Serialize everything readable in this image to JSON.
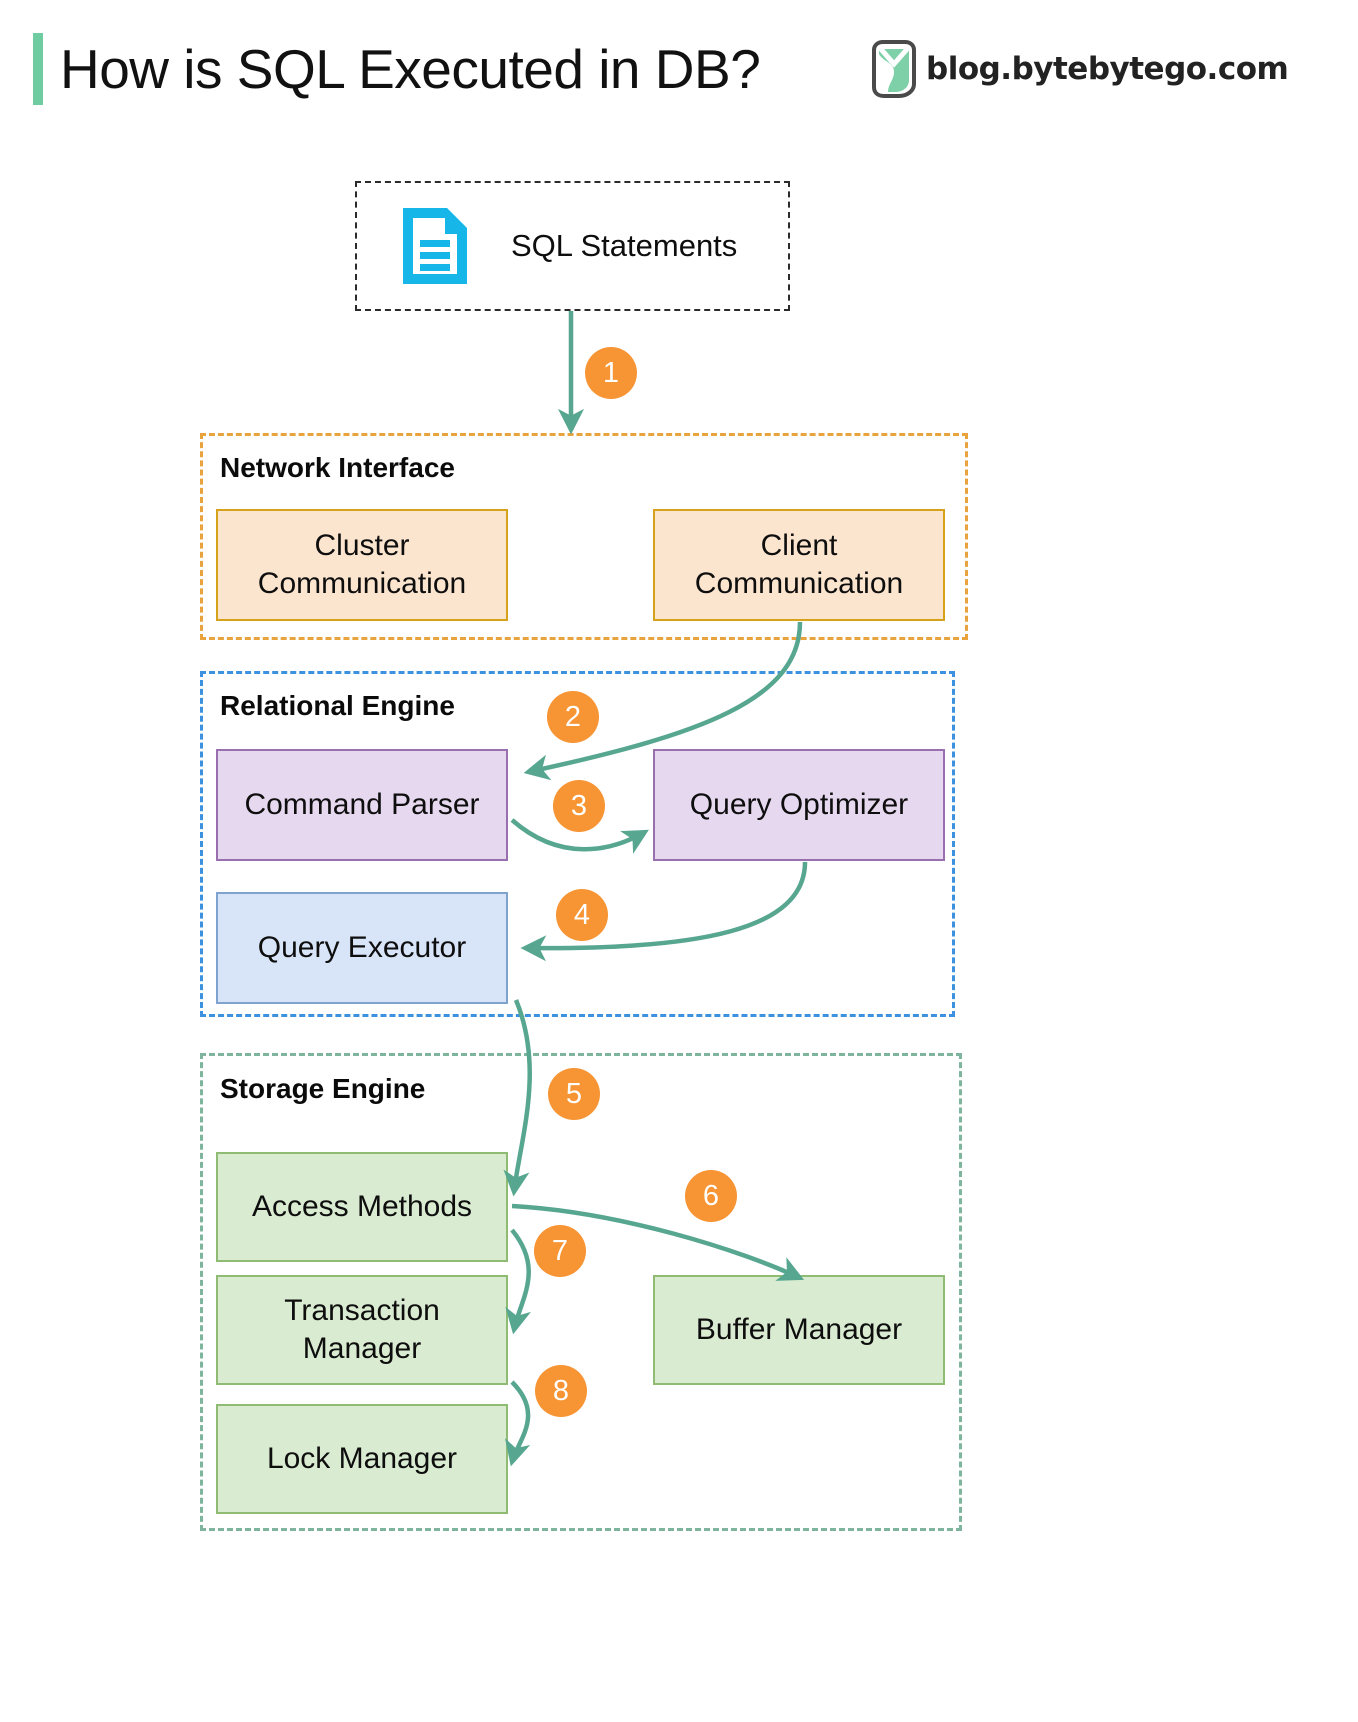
{
  "header": {
    "title": "How is SQL Executed in DB?",
    "brand": "blog.bytebytego.com",
    "accent_color": "#6ECCA0"
  },
  "source": {
    "label": "SQL Statements",
    "icon": "document-icon",
    "icon_color": "#17B6E8"
  },
  "groups": [
    {
      "id": "network-interface",
      "label": "Network Interface",
      "border_color": "#E8A33D",
      "nodes": [
        {
          "id": "cluster-communication",
          "label": "Cluster\nCommunication",
          "line1": "Cluster",
          "line2": "Communication"
        },
        {
          "id": "client-communication",
          "label": "Client\nCommunication",
          "line1": "Client",
          "line2": "Communication"
        }
      ],
      "node_fill": "#FCE5CE",
      "node_border": "#D6A219"
    },
    {
      "id": "relational-engine",
      "label": "Relational Engine",
      "border_color": "#3D92E0",
      "nodes": [
        {
          "id": "command-parser",
          "label": "Command Parser"
        },
        {
          "id": "query-optimizer",
          "label": "Query Optimizer"
        },
        {
          "id": "query-executor",
          "label": "Query Executor"
        }
      ],
      "node_fill": "#E6D8EF",
      "node_border": "#9A6FB0"
    },
    {
      "id": "storage-engine",
      "label": "Storage Engine",
      "border_color": "#7FB59C",
      "nodes": [
        {
          "id": "access-methods",
          "label": "Access Methods"
        },
        {
          "id": "transaction-manager",
          "line1": "Transaction",
          "line2": "Manager",
          "label": "Transaction Manager"
        },
        {
          "id": "lock-manager",
          "label": "Lock Manager"
        },
        {
          "id": "buffer-manager",
          "label": "Buffer Manager"
        }
      ],
      "node_fill": "#D9EBD0",
      "node_border": "#8FBC72"
    }
  ],
  "steps": [
    {
      "n": "1",
      "from": "SQL Statements",
      "to": "Network Interface"
    },
    {
      "n": "2",
      "from": "Client Communication",
      "to": "Command Parser"
    },
    {
      "n": "3",
      "from": "Command Parser",
      "to": "Query Optimizer"
    },
    {
      "n": "4",
      "from": "Query Optimizer",
      "to": "Query Executor"
    },
    {
      "n": "5",
      "from": "Query Executor",
      "to": "Access Methods"
    },
    {
      "n": "6",
      "from": "Access Methods",
      "to": "Buffer Manager"
    },
    {
      "n": "7",
      "from": "Access Methods",
      "to": "Transaction Manager"
    },
    {
      "n": "8",
      "from": "Transaction Manager",
      "to": "Lock Manager"
    }
  ],
  "colors": {
    "badge": "#F79433",
    "arrow": "#57A68F"
  }
}
